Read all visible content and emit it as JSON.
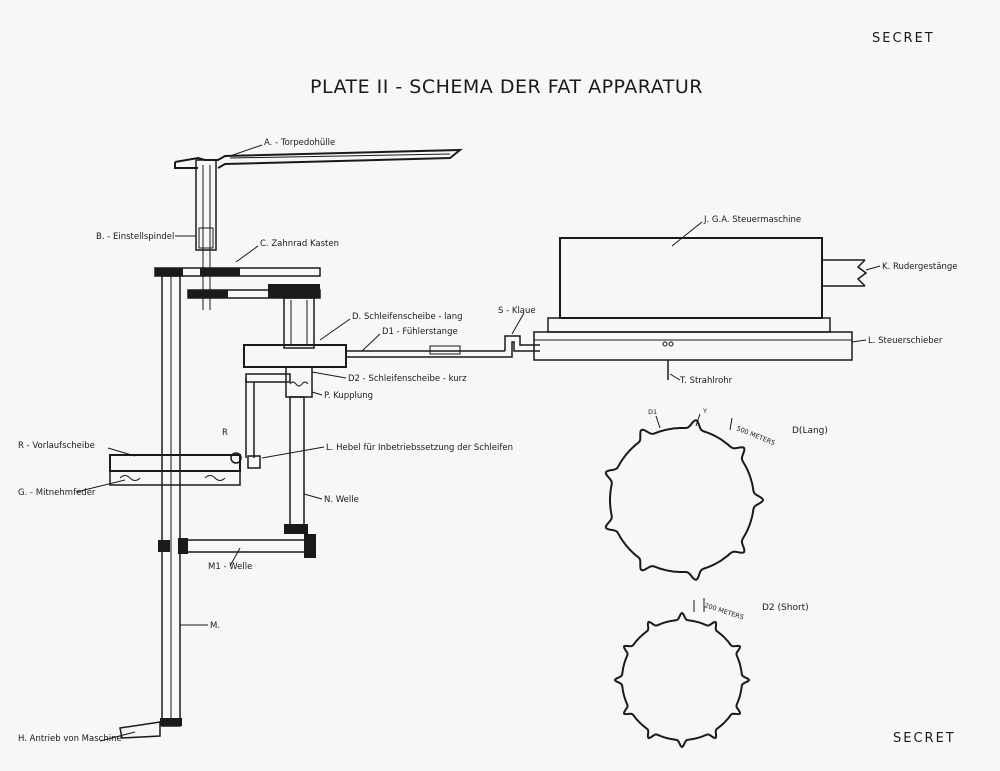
{
  "header": {
    "secret_top": "SECRET",
    "title": "PLATE II - SCHEMA DER FAT APPARATUR",
    "secret_bottom": "SECRET"
  },
  "labels": {
    "A": "A. - Torpedohülle",
    "B": "B. - Einstellspindel",
    "C": "C. Zahnrad Kasten",
    "D": "D. Schleifenscheibe - lang",
    "D1": "D1 - Fühlerstange",
    "D2": "D2 - Schleifenscheibe - kurz",
    "P": "P. Kupplung",
    "L": "L. Hebel für Inbetriebssetzung der Schleifen",
    "N": "N. Welle",
    "R": "R - Vorlaufscheibe",
    "R_mark": "R",
    "G": "G. - Mitnehmfeder",
    "M1": "M1 - Welle",
    "M": "M.",
    "H": "H. Antrieb von Maschine",
    "S": "S - Klaue",
    "J": "J. G.A. Steuermaschine",
    "K": "K. Rudergestänge",
    "Ls": "L. Steuerschieber",
    "T": "T. Strahlrohr"
  },
  "cams": {
    "long": {
      "label": "D(Lang)",
      "marker_a": "D1",
      "marker_b": "Y",
      "distance": "500 METERS"
    },
    "short": {
      "label": "D2 (Short)",
      "distance": "200 METERS"
    }
  }
}
